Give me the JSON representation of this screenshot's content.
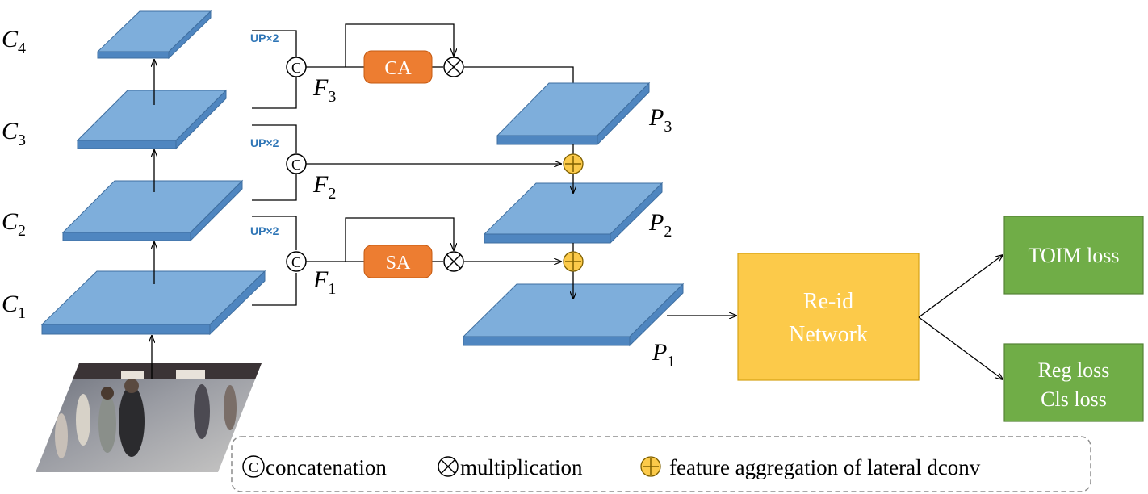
{
  "backbone": {
    "c4": {
      "letter": "C",
      "sub": "4"
    },
    "c3": {
      "letter": "C",
      "sub": "3"
    },
    "c2": {
      "letter": "C",
      "sub": "2"
    },
    "c1": {
      "letter": "C",
      "sub": "1"
    }
  },
  "upsample_label": "UP×2",
  "concat_symbol": "C",
  "features": {
    "f3": {
      "letter": "F",
      "sub": "3"
    },
    "f2": {
      "letter": "F",
      "sub": "2"
    },
    "f1": {
      "letter": "F",
      "sub": "1"
    }
  },
  "attention": {
    "ca": "CA",
    "sa": "SA"
  },
  "pyramid": {
    "p3": {
      "letter": "P",
      "sub": "3"
    },
    "p2": {
      "letter": "P",
      "sub": "2"
    },
    "p1": {
      "letter": "P",
      "sub": "1"
    }
  },
  "reid": {
    "line1": "Re-id",
    "line2": "Network"
  },
  "losses": {
    "toim": "TOIM loss",
    "reg": "Reg loss",
    "cls": "Cls loss"
  },
  "legend": {
    "concat": "concatenation",
    "mult": "multiplication",
    "agg": "feature aggregation of lateral dconv"
  },
  "colors": {
    "layer_blue": "#7eaedb",
    "attention_orange": "#ed7d31",
    "reid_yellow": "#fcca4a",
    "loss_green": "#70ad47",
    "up_label_blue": "#2e75b6"
  }
}
